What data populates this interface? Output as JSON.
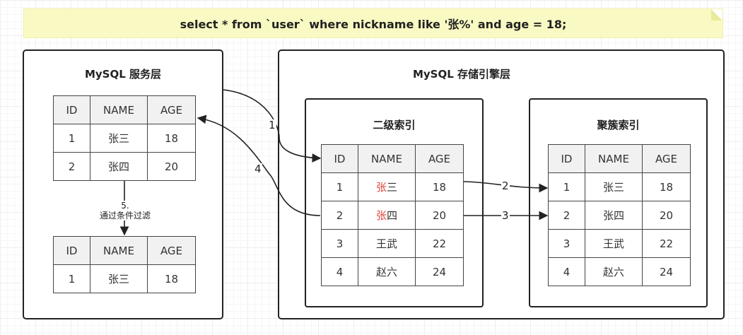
{
  "query": "select * from `user` where nickname like '张%' and age = 18;",
  "service_layer": {
    "title": "MySQL 服务层",
    "columns": [
      "ID",
      "NAME",
      "AGE"
    ],
    "rows": [
      [
        "1",
        "张三",
        "18"
      ],
      [
        "2",
        "张四",
        "20"
      ]
    ],
    "filter_step": "5.",
    "filter_label": "通过条件过滤",
    "result_rows": [
      [
        "1",
        "张三",
        "18"
      ]
    ]
  },
  "engine_layer": {
    "title": "MySQL 存储引擎层",
    "secondary_index": {
      "title": "二级索引",
      "columns": [
        "ID",
        "NAME",
        "AGE"
      ],
      "rows": [
        {
          "id": "1",
          "prefix": "张",
          "rest": "三",
          "age": "18"
        },
        {
          "id": "2",
          "prefix": "张",
          "rest": "四",
          "age": "20"
        },
        {
          "id": "3",
          "prefix": "",
          "rest": "王武",
          "age": "22"
        },
        {
          "id": "4",
          "prefix": "",
          "rest": "赵六",
          "age": "24"
        }
      ]
    },
    "clustered_index": {
      "title": "聚簇索引",
      "columns": [
        "ID",
        "NAME",
        "AGE"
      ],
      "rows": [
        [
          "1",
          "张三",
          "18"
        ],
        [
          "2",
          "张四",
          "20"
        ],
        [
          "3",
          "王武",
          "22"
        ],
        [
          "4",
          "赵六",
          "24"
        ]
      ]
    }
  },
  "edges": {
    "e1": "1",
    "e2": "2",
    "e3": "3",
    "e4": "4"
  },
  "colors": {
    "highlight": "#e0473b",
    "note_bg": "#f9fac3",
    "header_bg": "#f1f1f1"
  }
}
